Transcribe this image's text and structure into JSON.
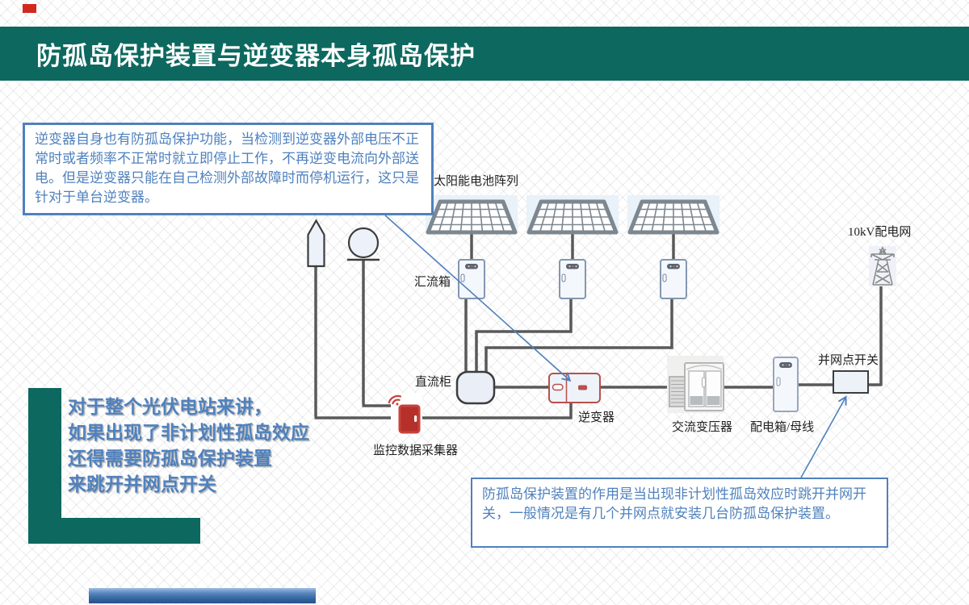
{
  "slide": {
    "title": "防孤岛保护装置与逆变器本身孤岛保护"
  },
  "notes": {
    "inverter_note": "逆变器自身也有防孤岛保护功能，当检测到逆变器外部电压不正常时或者频率不正常时就立即停止工作，不再逆变电流向外部送电。但是逆变器只能在自己检测外部故障时而停机运行，这只是针对于单台逆变器。",
    "station_note_lines": [
      "对于整个光伏电站来讲，",
      "如果出现了非计划性孤岛效应",
      "还得需要防孤岛保护装置",
      "来跳开并网点开关"
    ],
    "device_note": "防孤岛保护装置的作用是当出现非计划性孤岛效应时跳开并网开关，一般情况是有几个并网点就安装几台防孤岛保护装置。"
  },
  "diagram": {
    "labels": {
      "solar_array": "太阳能电池阵列",
      "combiner_box": "汇流箱",
      "dc_cabinet": "直流柜",
      "inverter": "逆变器",
      "ac_transformer": "交流变压器",
      "distribution_box": "配电箱/母线",
      "grid_switch": "并网点开关",
      "grid": "10kV配电网",
      "monitor": "监控数据采集器"
    }
  },
  "colors": {
    "theme_teal": "#0d695f",
    "accent_blue": "#4f81bd",
    "wire_gray": "#595959",
    "device_red": "#c0392b",
    "panel_gray": "#7d8790"
  }
}
